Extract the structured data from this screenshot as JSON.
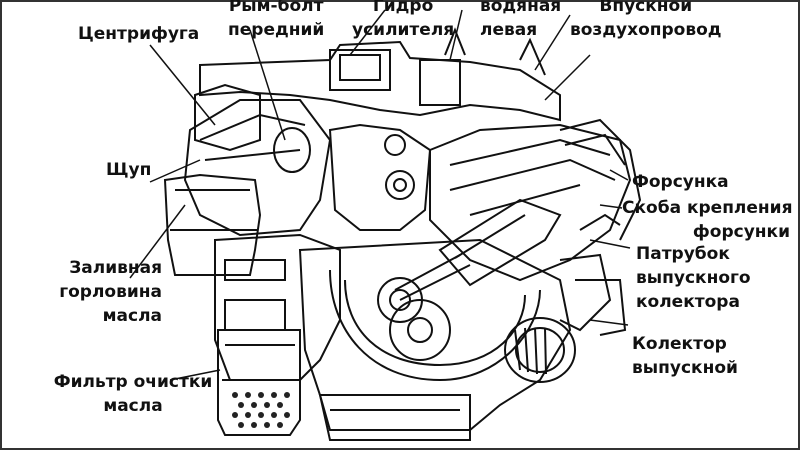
{
  "labels": {
    "centrifuge": [
      "Центрифуга"
    ],
    "front_bolt": [
      "Рым-болт",
      "передний"
    ],
    "hydro_booster": [
      "Гидро",
      "усилителя"
    ],
    "water_left": [
      "водяная",
      "левая"
    ],
    "intake_manifold": [
      "Впускной",
      "воздухопровод"
    ],
    "dipstick": [
      "Щуп"
    ],
    "filler_neck": [
      "Заливная",
      "горловина",
      "масла"
    ],
    "oil_filter": [
      "Фильтр очистки",
      "масла"
    ],
    "injector": [
      "Форсунка"
    ],
    "injector_bracket": [
      "Скоба крепления",
      "форсунки"
    ],
    "exhaust_pipe": [
      "Патрубок",
      "выпускного",
      "колектора"
    ],
    "exhaust_manifold": [
      "Колектор",
      "выпускной"
    ]
  },
  "colors": {
    "ink": "#111111",
    "background": "#ffffff",
    "frame": "#333333"
  }
}
